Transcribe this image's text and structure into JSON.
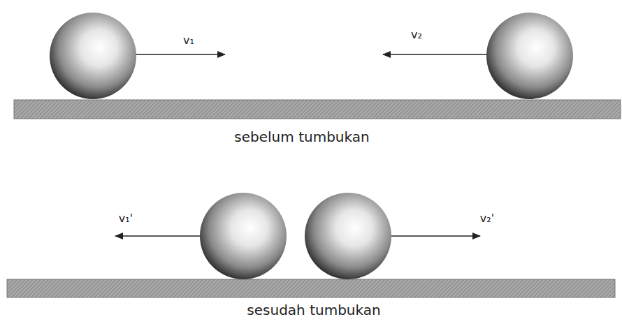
{
  "diagram": {
    "labels": [
      "v₁",
      "v₂",
      "sebelum tumbukan",
      "v₁'",
      "v₂'",
      "sesudah tumbukan"
    ]
  }
}
